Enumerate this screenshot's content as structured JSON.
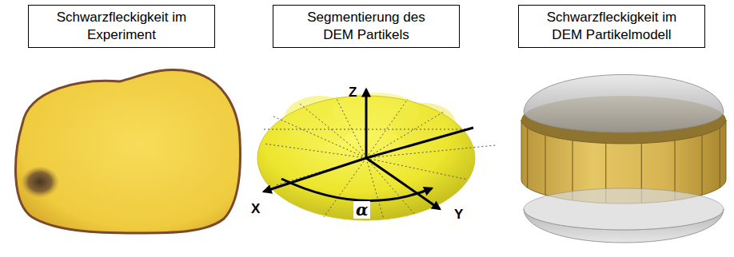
{
  "diagram": {
    "nodes": [
      {
        "text": [
          "Schwarzfleckigkeit im Experiment"
        ]
      },
      {
        "text": [
          "Segmentierung des DEM Partikels"
        ]
      },
      {
        "text": [
          "Schwarzfleckigkeit im DEM Partikelmodell"
        ]
      }
    ],
    "labels": [
      "Z",
      "X",
      "Y",
      "α"
    ]
  }
}
